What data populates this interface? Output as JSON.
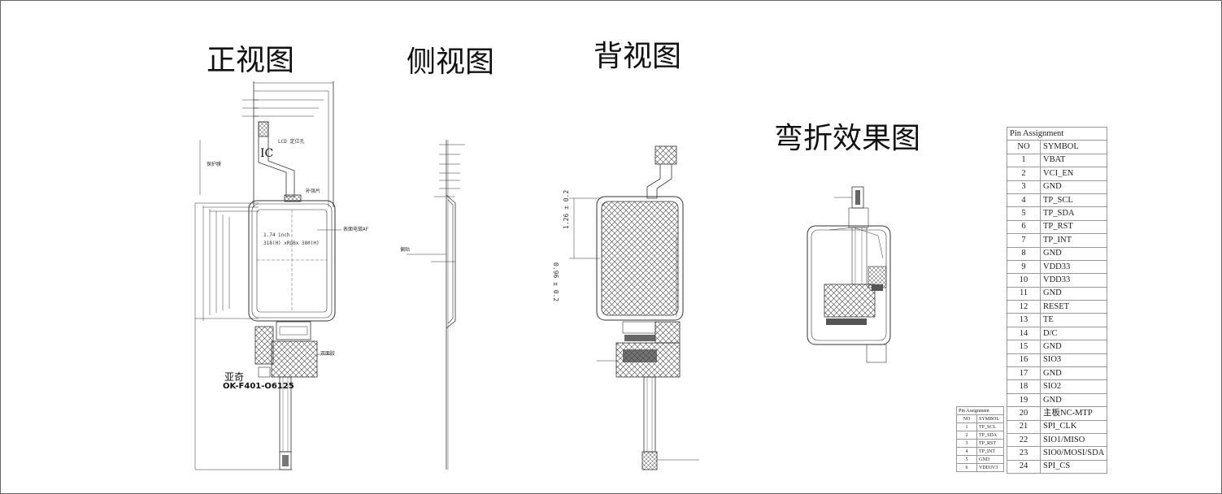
{
  "views": {
    "front": "正视图",
    "side": "侧视图",
    "back": "背视图",
    "bent": "弯折效果图"
  },
  "front_view": {
    "ic_label": "IC",
    "size_label": "1.74 inch",
    "resolution_label": "318(H) xRGBx 380(H)",
    "surface_label": "表面电镀AF",
    "manufacturer": "亚奇",
    "part_number": "OK-F401-O6125",
    "callouts": [
      "LCD 定位孔",
      "补强片",
      "保护膜",
      "双面胶"
    ]
  },
  "side_view": {
    "callout": "偏贴"
  },
  "back_view": {
    "dim_left": "1.26 ± 0.2",
    "dim_right": "0.96 ± 0.2"
  },
  "pin_assignment_large": {
    "title": "Pin Assignment",
    "headers": [
      "NO",
      "SYMBOL"
    ],
    "rows": [
      [
        "1",
        "VBAT"
      ],
      [
        "2",
        "VCI_EN"
      ],
      [
        "3",
        "GND"
      ],
      [
        "4",
        "TP_SCL"
      ],
      [
        "5",
        "TP_SDA"
      ],
      [
        "6",
        "TP_RST"
      ],
      [
        "7",
        "TP_INT"
      ],
      [
        "8",
        "GND"
      ],
      [
        "9",
        "VDD33"
      ],
      [
        "10",
        "VDD33"
      ],
      [
        "11",
        "GND"
      ],
      [
        "12",
        "RESET"
      ],
      [
        "13",
        "TE"
      ],
      [
        "14",
        "D/C"
      ],
      [
        "15",
        "GND"
      ],
      [
        "16",
        "SIO3"
      ],
      [
        "17",
        "GND"
      ],
      [
        "18",
        "SIO2"
      ],
      [
        "19",
        "GND"
      ],
      [
        "20",
        "主板NC-MTP"
      ],
      [
        "21",
        "SPI_CLK"
      ],
      [
        "22",
        "SIO1/MISO"
      ],
      [
        "23",
        "SIO0/MOSI/SDA"
      ],
      [
        "24",
        "SPI_CS"
      ]
    ]
  },
  "pin_assignment_small": {
    "title": "Pin Assignment",
    "headers": [
      "NO",
      "SYMBOL"
    ],
    "rows": [
      [
        "1",
        "TP_SCL"
      ],
      [
        "2",
        "TP_SDA"
      ],
      [
        "3",
        "TP_RST"
      ],
      [
        "4",
        "TP_INT"
      ],
      [
        "5",
        "GND"
      ],
      [
        "6",
        "VDD3V3"
      ]
    ]
  }
}
